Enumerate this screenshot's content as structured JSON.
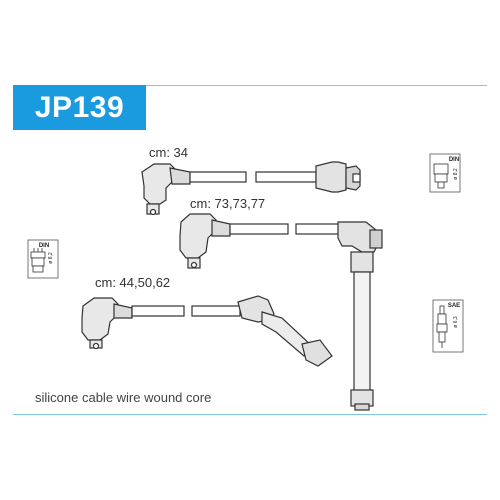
{
  "product": {
    "code": "JP139"
  },
  "leads": [
    {
      "label": "cm: 34"
    },
    {
      "label": "cm: 73,73,77"
    },
    {
      "label": "cm: 44,50,62"
    }
  ],
  "badges": {
    "din_left": {
      "standard": "DIN",
      "size": "ø 8,2"
    },
    "din_right": {
      "standard": "DIN",
      "size": "ø 8,2"
    },
    "sae_right": {
      "standard": "SAE",
      "size": "ø 6,3"
    }
  },
  "caption": "silicone cable wire wound core",
  "colors": {
    "banner": "#1a9be0",
    "rule": "#7fc4ea",
    "cable": "#333333"
  }
}
